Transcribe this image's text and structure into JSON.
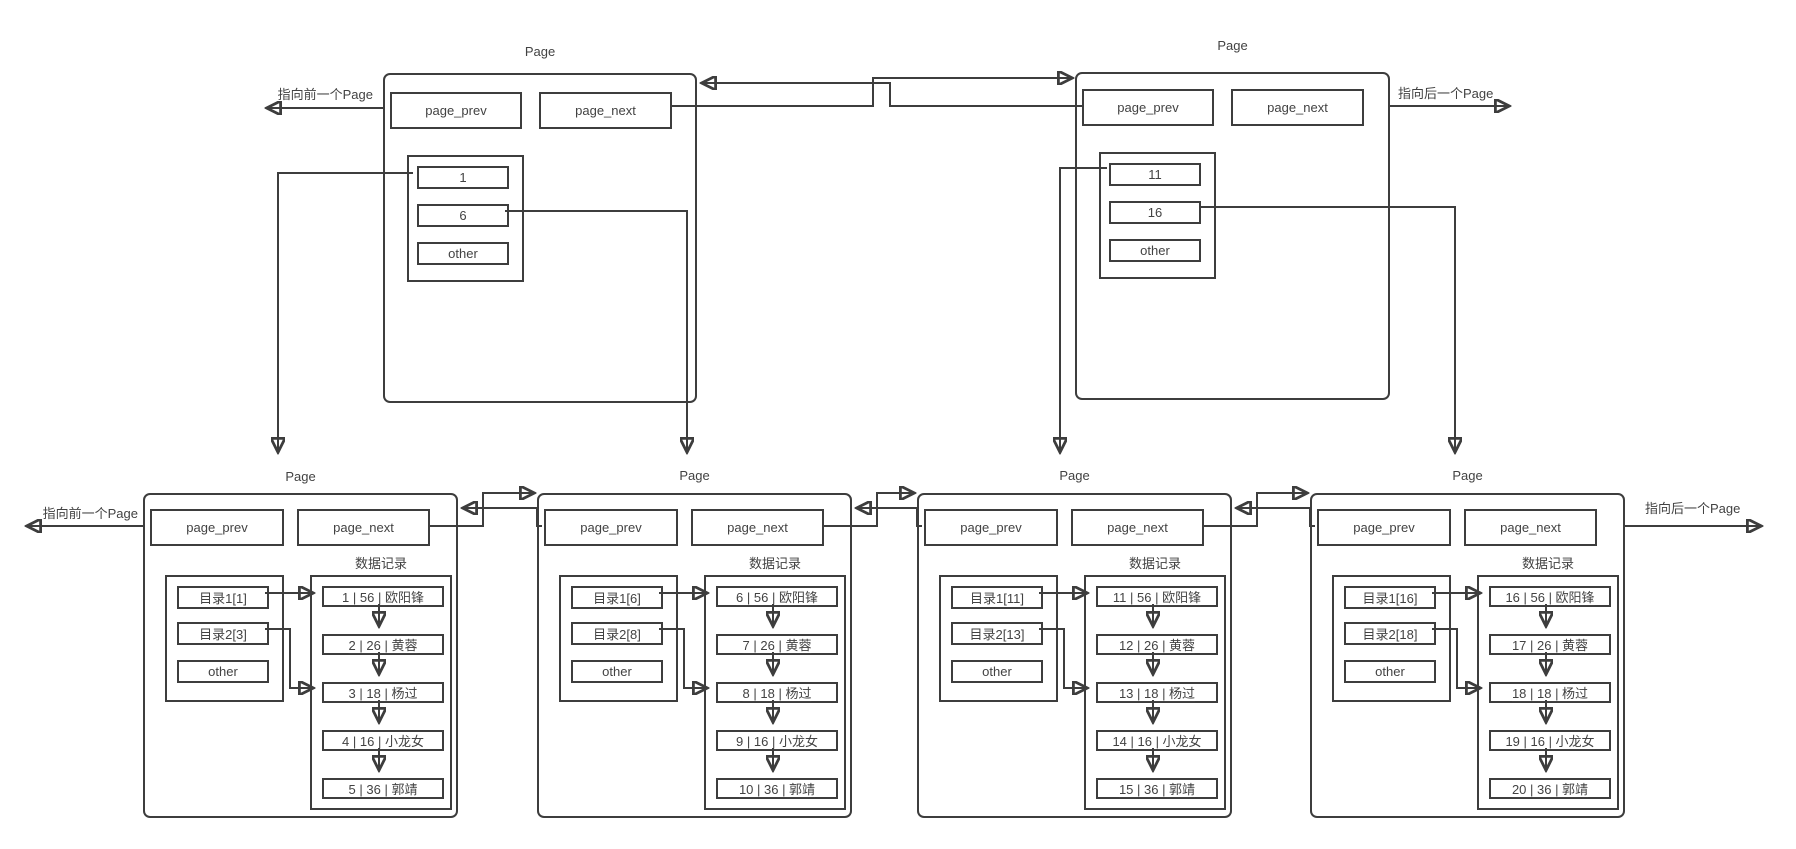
{
  "labels": {
    "page_title": "Page",
    "page_prev": "page_prev",
    "page_next": "page_next",
    "data_records": "数据记录",
    "prev_pointer": "指向前一个Page",
    "next_pointer": "指向后一个Page"
  },
  "top_pages": [
    {
      "cells": [
        "1",
        "6",
        "other"
      ]
    },
    {
      "cells": [
        "11",
        "16",
        "other"
      ]
    }
  ],
  "bottom_pages": [
    {
      "directory": [
        "目录1[1]",
        "目录2[3]",
        "other"
      ],
      "records": [
        "1 | 56 | 欧阳锋",
        "2 | 26 | 黄蓉",
        "3 | 18 | 杨过",
        "4 | 16 | 小龙女",
        "5 | 36 | 郭靖"
      ]
    },
    {
      "directory": [
        "目录1[6]",
        "目录2[8]",
        "other"
      ],
      "records": [
        "6 |  56 | 欧阳锋",
        "7 |  26 | 黄蓉",
        "8 |  18 | 杨过",
        "9 |  16 | 小龙女",
        "10 |  36 | 郭靖"
      ]
    },
    {
      "directory": [
        "目录1[11]",
        "目录2[13]",
        "other"
      ],
      "records": [
        "11 |  56 | 欧阳锋",
        "12 |  26 | 黄蓉",
        "13 |  18 | 杨过",
        "14 |  16 | 小龙女",
        "15 |  36 | 郭靖"
      ]
    },
    {
      "directory": [
        "目录1[16]",
        "目录2[18]",
        "other"
      ],
      "records": [
        "16 |  56 | 欧阳锋",
        "17 |  26 | 黄蓉",
        "18 |  18 | 杨过",
        "19 |  16 | 小龙女",
        "20 |  36 | 郭靖"
      ]
    }
  ],
  "colors": {
    "line": "#3d3d3d",
    "text": "#424242",
    "background": "#ffffff"
  }
}
